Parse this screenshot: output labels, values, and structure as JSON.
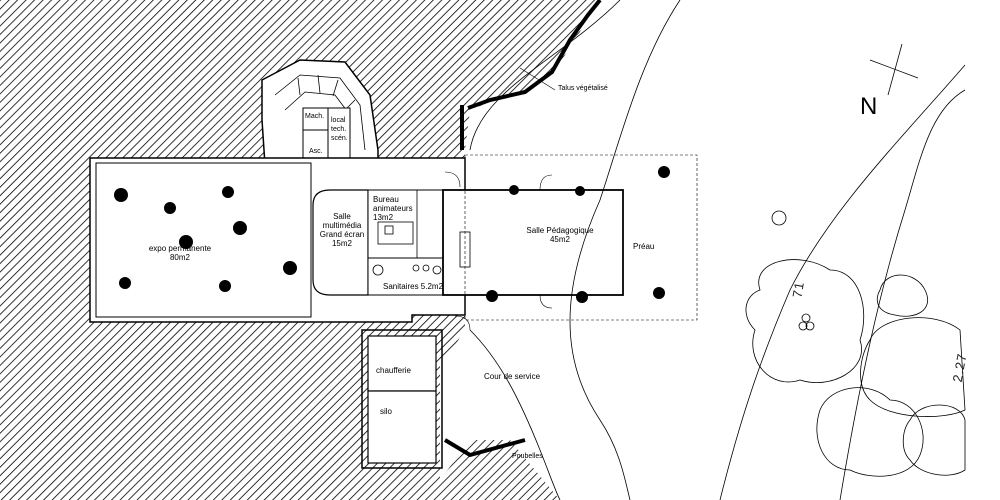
{
  "rooms": {
    "expo": {
      "name": "expo permanente",
      "area": "80m2"
    },
    "multimedia": {
      "l1": "Salle",
      "l2": "multimédia",
      "l3": "Grand écran",
      "area": "15m2"
    },
    "bureau": {
      "l1": "Bureau",
      "l2": "animateurs",
      "area": "13m2"
    },
    "pedagogique": {
      "name": "Salle Pédagogique",
      "area": "45m2"
    },
    "preau": {
      "name": "Préau"
    },
    "sanitaires": {
      "name": "Sanitaires 5.2m2"
    },
    "machine": {
      "name": "Mach."
    },
    "local": {
      "l1": "local",
      "l2": "tech.",
      "l3": "scén."
    },
    "asc": {
      "name": "Asc."
    },
    "chaufferie": {
      "name": "chaufferie"
    },
    "silo": {
      "name": "silo"
    }
  },
  "exterior": {
    "talus": "Talus végétalisé",
    "cour": "Cour de service",
    "poubelles": "Poubelles"
  },
  "north_label": "N",
  "contours": {
    "a": "71",
    "b": "2.27"
  },
  "colors": {
    "ink": "#000000",
    "background": "#ffffff"
  }
}
